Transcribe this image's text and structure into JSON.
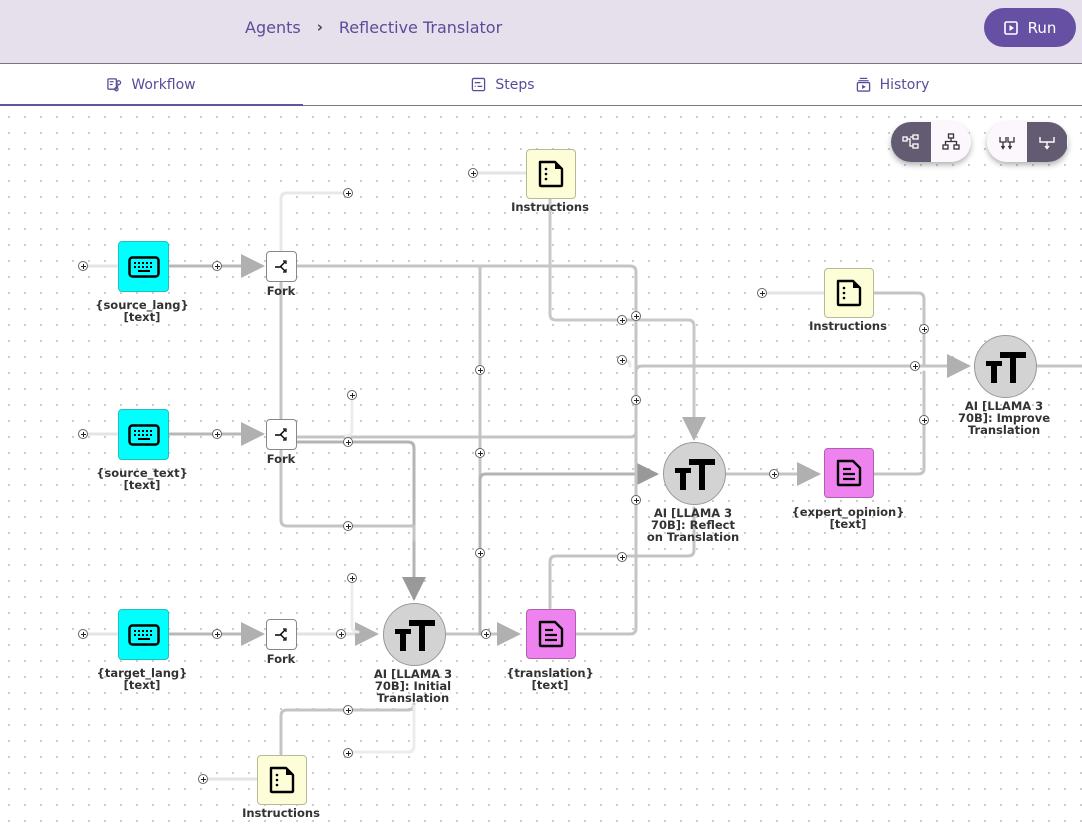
{
  "header": {
    "breadcrumb": [
      "Agents",
      "Reflective Translator"
    ],
    "separator": "›",
    "run_label": "Run"
  },
  "tabs": [
    {
      "label": "Workflow",
      "active": true
    },
    {
      "label": "Steps",
      "active": false
    },
    {
      "label": "History",
      "active": false
    }
  ],
  "toolbar": {
    "layout_toggle": [
      "horizontal-layout-icon",
      "vertical-layout-icon"
    ],
    "layout_selected": "horizontal-layout-icon",
    "merge_toggle": [
      "merge-split-icon",
      "merge-join-icon"
    ],
    "merge_selected": "merge-join-icon"
  },
  "colors": {
    "accent": "#6650a4",
    "input_node": "#00ffff",
    "output_node": "#ee82ee",
    "doc_node": "#fdfdd8",
    "ai_node": "#d3d3d3"
  },
  "nodes": {
    "source_lang": {
      "label1": "{source_lang}",
      "label2": "[text]"
    },
    "source_text": {
      "label1": "{source_text}",
      "label2": "[text]"
    },
    "target_lang": {
      "label1": "{target_lang}",
      "label2": "[text]"
    },
    "fork1": {
      "label": "Fork"
    },
    "fork2": {
      "label": "Fork"
    },
    "fork3": {
      "label": "Fork"
    },
    "instr_top": {
      "label": "Instructions"
    },
    "instr_right": {
      "label": "Instructions"
    },
    "instr_bottom": {
      "label": "Instructions"
    },
    "ai_initial": {
      "label1": "AI [LLAMA 3",
      "label2": "70B]: Initial",
      "label3": "Translation",
      "glyph": "TT"
    },
    "ai_reflect": {
      "label1": "AI [LLAMA 3",
      "label2": "70B]: Reflect",
      "label3": "on Translation",
      "glyph": "TT"
    },
    "ai_improve": {
      "label1": "AI [LLAMA 3",
      "label2": "70B]: Improve",
      "label3": "Translation",
      "glyph": "TT"
    },
    "translation": {
      "label1": "{translation}",
      "label2": "[text]"
    },
    "expert_opinion": {
      "label1": "{expert_opinion}",
      "label2": "[text]"
    }
  }
}
